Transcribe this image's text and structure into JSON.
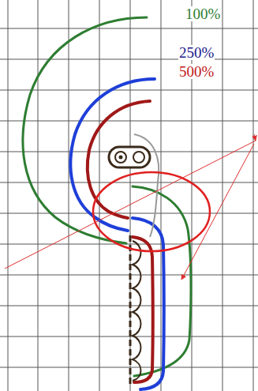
{
  "diagram": {
    "labels": [
      "100%",
      "250%",
      "500%"
    ]
  }
}
